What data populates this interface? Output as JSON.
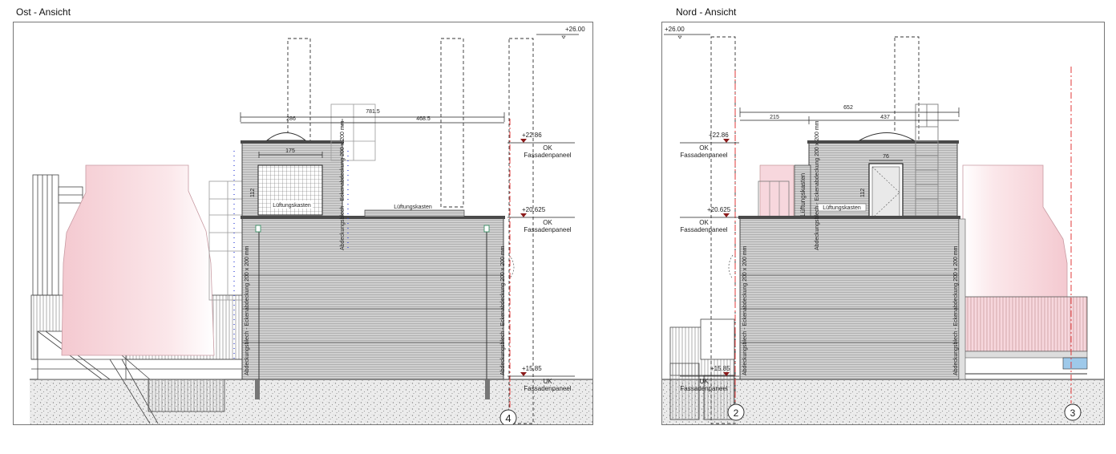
{
  "views": {
    "east": {
      "title": "Ost - Ansicht",
      "top_level": "+26.00",
      "dims": {
        "overall": "781.5",
        "left": "286",
        "right": "468.5",
        "vent": "175",
        "side": "112"
      },
      "levels": [
        {
          "value": "+22.86",
          "label1": "OK",
          "label2": "Fassadenpaneel"
        },
        {
          "value": "+20.625",
          "label1": "OK",
          "label2": "Fassadenpaneel"
        },
        {
          "value": "+15.85",
          "label1": "UK",
          "label2": "Fassadenpaneel"
        }
      ],
      "labels": {
        "vent_box_1": "Lüftungskasten",
        "vent_box_2": "Lüftungskasten",
        "cover_upper": "Abdeckungsblech - Eckenabdeckung 200 x 200 mm",
        "cover_left": "Abdeckungsblech - Eckenabdeckung 200 x 200 mm",
        "cover_right": "Abdeckungsblech - Eckenabdeckung 200 x 200 mm"
      },
      "axis": "4"
    },
    "north": {
      "title": "Nord - Ansicht",
      "top_level": "+26.00",
      "dims": {
        "overall": "652",
        "left": "215",
        "right": "437",
        "door": "76",
        "side": "112"
      },
      "levels": [
        {
          "value": "+22.86",
          "label1": "OK",
          "label2": "Fassadenpaneel"
        },
        {
          "value": "+20.625",
          "label1": "OK",
          "label2": "Fassadenpaneel"
        },
        {
          "value": "+15.85",
          "label1": "UK",
          "label2": "Fassadenpaneel"
        }
      ],
      "labels": {
        "vent_box_v": "Lüftungskasten",
        "vent_box_h": "Lüftungskasten",
        "cover_upper": "Abdeckungsblech - Eckenabdeckung 200 x 200 mm",
        "cover_left": "Abdeckungsblech - Eckenabdeckung 200 x 200 mm",
        "cover_right": "Abdeckungsblech - Eckenabdeckung 200 x 200 mm"
      },
      "axis_left": "2",
      "axis_right": "3"
    }
  },
  "colors": {
    "tank": "#f7d7dd",
    "tank_edge": "#c89aa2",
    "axis": "#e23a3a",
    "level_marker": "#8b1a1a",
    "facade": "#cfcfcf",
    "roof": "#4a4a4a",
    "ground": "#e8e8e8",
    "blue_cover": "#2b3bd6",
    "water_blue": "#9ec9ea"
  }
}
